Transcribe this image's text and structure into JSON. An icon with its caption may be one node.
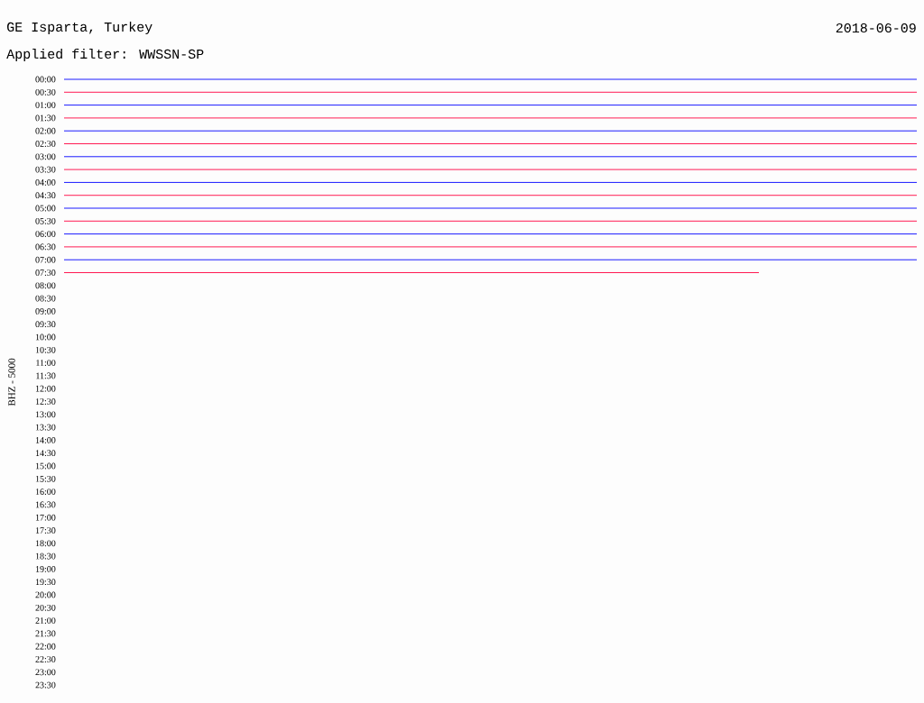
{
  "diagram": {
    "title": "GE Isparta, Turkey",
    "labels": [
      "2018-06-09",
      "Applied filter: WWSSN-SP",
      "BHZ - 5000",
      "00:00",
      "00:30",
      "01:00",
      "01:30",
      "02:00",
      "02:30",
      "03:00",
      "03:30",
      "04:00",
      "04:30",
      "05:00",
      "05:30",
      "06:00",
      "06:30",
      "07:00",
      "07:30",
      "08:00",
      "08:30",
      "09:00",
      "09:30",
      "10:00",
      "10:30",
      "11:00",
      "11:30",
      "12:00",
      "12:30",
      "13:00",
      "13:30",
      "14:00",
      "14:30",
      "15:00",
      "15:30",
      "16:00",
      "16:30",
      "17:00",
      "17:30",
      "18:00",
      "18:30",
      "19:00",
      "19:30",
      "20:00",
      "20:30",
      "21:00",
      "21:30",
      "22:00",
      "22:30",
      "23:00",
      "23:30"
    ]
  }
}
